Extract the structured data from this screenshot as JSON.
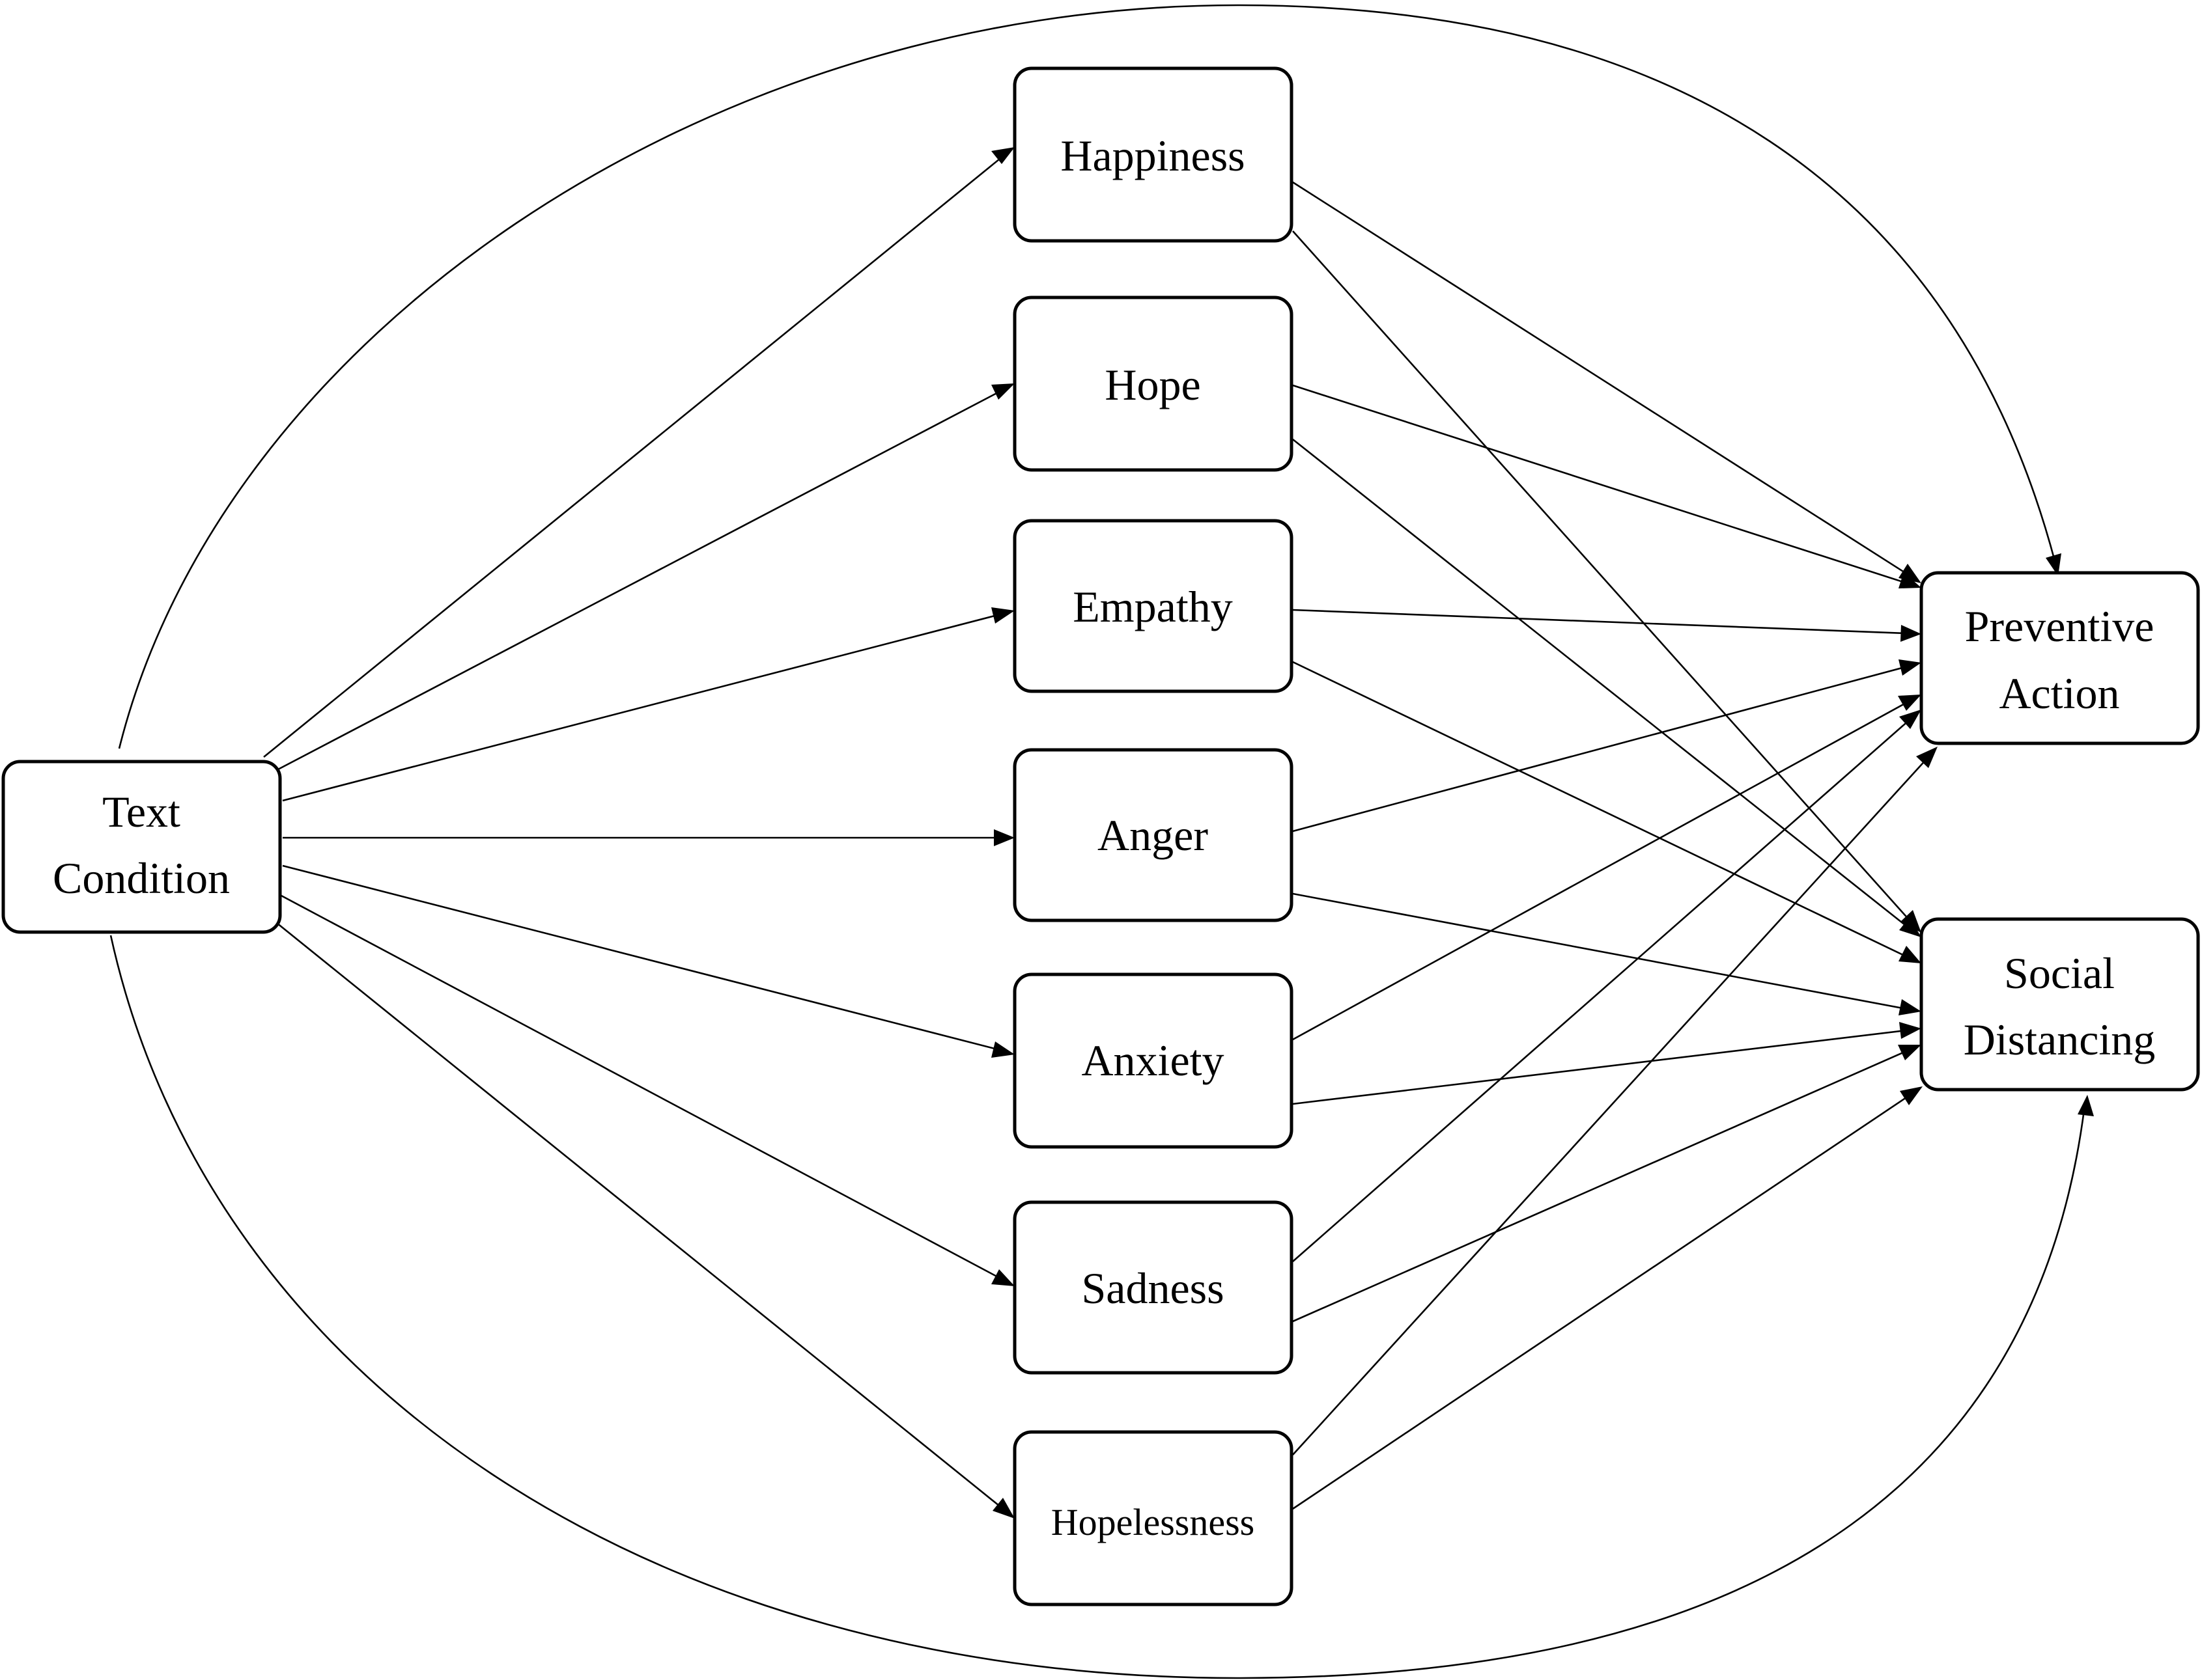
{
  "diagram": {
    "nodes": {
      "text_condition": {
        "lines": [
          "Text",
          "Condition"
        ]
      },
      "happiness": {
        "label": "Happiness"
      },
      "hope": {
        "label": "Hope"
      },
      "empathy": {
        "label": "Empathy"
      },
      "anger": {
        "label": "Anger"
      },
      "anxiety": {
        "label": "Anxiety"
      },
      "sadness": {
        "label": "Sadness"
      },
      "hopelessness": {
        "label": "Hopelessness"
      },
      "preventive_action": {
        "lines": [
          "Preventive",
          "Action"
        ]
      },
      "social_distancing": {
        "lines": [
          "Social",
          "Distancing"
        ]
      }
    },
    "edges": [
      {
        "from": "text_condition",
        "to": "happiness"
      },
      {
        "from": "text_condition",
        "to": "hope"
      },
      {
        "from": "text_condition",
        "to": "empathy"
      },
      {
        "from": "text_condition",
        "to": "anger"
      },
      {
        "from": "text_condition",
        "to": "anxiety"
      },
      {
        "from": "text_condition",
        "to": "sadness"
      },
      {
        "from": "text_condition",
        "to": "hopelessness"
      },
      {
        "from": "text_condition",
        "to": "preventive_action"
      },
      {
        "from": "text_condition",
        "to": "social_distancing"
      },
      {
        "from": "happiness",
        "to": "preventive_action"
      },
      {
        "from": "happiness",
        "to": "social_distancing"
      },
      {
        "from": "hope",
        "to": "preventive_action"
      },
      {
        "from": "hope",
        "to": "social_distancing"
      },
      {
        "from": "empathy",
        "to": "preventive_action"
      },
      {
        "from": "empathy",
        "to": "social_distancing"
      },
      {
        "from": "anger",
        "to": "preventive_action"
      },
      {
        "from": "anger",
        "to": "social_distancing"
      },
      {
        "from": "anxiety",
        "to": "preventive_action"
      },
      {
        "from": "anxiety",
        "to": "social_distancing"
      },
      {
        "from": "sadness",
        "to": "preventive_action"
      },
      {
        "from": "sadness",
        "to": "social_distancing"
      },
      {
        "from": "hopelessness",
        "to": "preventive_action"
      },
      {
        "from": "hopelessness",
        "to": "social_distancing"
      }
    ]
  }
}
